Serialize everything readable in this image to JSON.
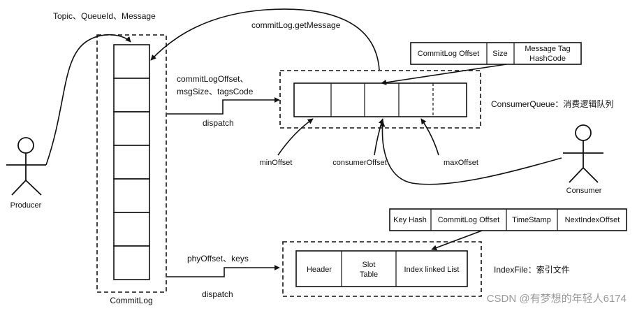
{
  "producer": {
    "label": "Producer",
    "message_label": "Topic、QueueId、Message"
  },
  "commitlog": {
    "label": "CommitLog",
    "cell_count": 7
  },
  "dispatch_top": {
    "label_line1": "commitLogOffset、",
    "label_line2": "msgSize、tagsCode",
    "dispatch_label": "dispatch"
  },
  "dispatch_bottom": {
    "label": "phyOffset、keys",
    "dispatch_label": "dispatch"
  },
  "get_message": {
    "label": "commitLog.getMessage"
  },
  "consumer_queue": {
    "title": "ConsumerQueue：消费逻辑队列",
    "entry_fields": [
      "CommitLog Offset",
      "Size",
      "Message Tag HashCode"
    ],
    "entry_field_lines": [
      [
        "CommitLog Offset"
      ],
      [
        "Size"
      ],
      [
        "Message Tag",
        "HashCode"
      ]
    ],
    "pointers": {
      "min": "minOffset",
      "consumer": "consumerOffset",
      "max": "maxOffset"
    },
    "cell_count": 5
  },
  "consumer": {
    "label": "Consumer"
  },
  "index_file": {
    "title": "IndexFile：索引文件",
    "sections": [
      "Header",
      "Slot Table",
      "Index linked List"
    ],
    "section_lines": [
      [
        "Header"
      ],
      [
        "Slot",
        "Table"
      ],
      [
        "Index linked List"
      ]
    ],
    "entry_fields": [
      "Key Hash",
      "CommitLog Offset",
      "TimeStamp",
      "NextIndexOffset"
    ]
  },
  "watermark": "CSDN @有梦想的年轻人6174"
}
